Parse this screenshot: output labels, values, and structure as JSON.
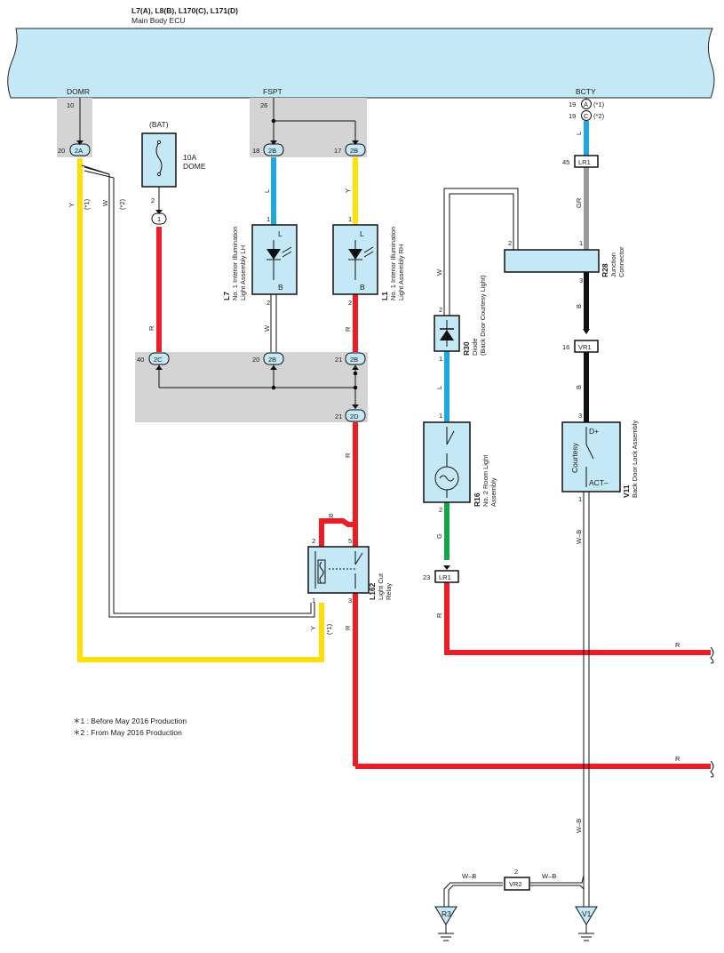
{
  "header": {
    "connectors": "L7(A), L8(B), L170(C), L171(D)",
    "title": "Main Body ECU"
  },
  "ecu_terminals": {
    "domr": "DOMR",
    "fspt": "FSPT",
    "bcty": "BCTY"
  },
  "pins": {
    "p10": "10",
    "p20": "20",
    "p26": "26",
    "p18": "18",
    "p17": "17",
    "p19a": "19",
    "p19c": "19",
    "p40": "40",
    "p20b": "20",
    "p21b": "21",
    "p21d": "21",
    "p45": "45",
    "p16": "16",
    "p23": "23",
    "p2vr2": "2",
    "p1_l7": "1",
    "p2_l7": "2",
    "p1_l1": "1",
    "p2_l1": "2",
    "p2_fuse": "2",
    "p2_r28": "2",
    "p1_r28": "1",
    "p3_r28": "3",
    "p2_r30": "2",
    "p1_r30": "1",
    "p1_r16": "1",
    "p2_r16": "2",
    "p3_v11": "3",
    "p1_v11": "1",
    "p2_l162": "2",
    "p5_l162": "5",
    "p1_l162": "1",
    "p3_l162": "3"
  },
  "connector_tags": {
    "c2a": "2A",
    "c2b_18": "2B",
    "c2b_17": "2B",
    "c2c": "2C",
    "c2b_20": "2B",
    "c2b_21": "2B",
    "c2d": "2D",
    "c1": "1",
    "ca": "A",
    "cc": "C",
    "lr1_45": "LR1",
    "vr1": "VR1",
    "lr1_23": "LR1",
    "vr2": "VR2"
  },
  "variant_marks": {
    "v1": "(*1)",
    "v2": "(*2)",
    "v1b": "(*1)",
    "v1c": "(*1)",
    "v2b": "(*2)"
  },
  "wire_colors": {
    "y1": "Y",
    "w1": "W",
    "r1": "R",
    "l1": "L",
    "y2": "Y",
    "w2": "W",
    "r2": "R",
    "r3": "R",
    "r4": "R",
    "r5": "R",
    "y3": "Y",
    "r6": "R",
    "w3": "W",
    "l2": "L",
    "g1": "G",
    "r7": "R",
    "r8": "R",
    "r9": "R",
    "l3": "L",
    "gr1": "GR",
    "b1": "B",
    "b2": "B",
    "wb1": "W–B",
    "wb2": "W–B",
    "wb3": "W–B",
    "wb4": "W–B"
  },
  "components": {
    "fuse_source": "(BAT)",
    "fuse_name": "10A",
    "fuse_label": "DOME",
    "l7_id": "L7",
    "l7_name1": "No. 1 Interior Illumination",
    "l7_name2": "Light Assembly LH",
    "l1_id": "L1",
    "l1_name1": "No. 1 Interior Illumination",
    "l1_name2": "Light Assembly RH",
    "lamp_l": "L",
    "lamp_b": "B",
    "lamp_l2": "L",
    "lamp_b2": "B",
    "r30_id": "R30",
    "r30_name1": "Diode",
    "r30_name2": "(Back Door Courtesy Light)",
    "r16_id": "R16",
    "r16_name1": "No. 2 Room Light",
    "r16_name2": "Assembly",
    "r28_id": "R28",
    "r28_name1": "Junction",
    "r28_name2": "Connector",
    "v11_id": "V11",
    "v11_name": "Back Door Lock Assembly",
    "v11_dplus": "D+",
    "v11_courtesy": "Courtesy",
    "v11_act": "ACT–",
    "l162_id": "L162",
    "l162_name1": "Light Cut",
    "l162_name2": "Relay",
    "ground_r3": "R3",
    "ground_v1": "V1"
  },
  "notes": {
    "n1": "＊1 : Before May 2016 Production",
    "n2": "＊2 : From May 2016 Production"
  },
  "colors": {
    "ecu_fill": "#c4e8f5",
    "gray_block": "#d4d4d4",
    "wire_yellow": "#ffe000",
    "wire_red": "#ee1c25",
    "wire_blue": "#1ea8e0",
    "wire_green": "#17a34a",
    "wire_black": "#111111",
    "wire_gray": "#999999"
  }
}
